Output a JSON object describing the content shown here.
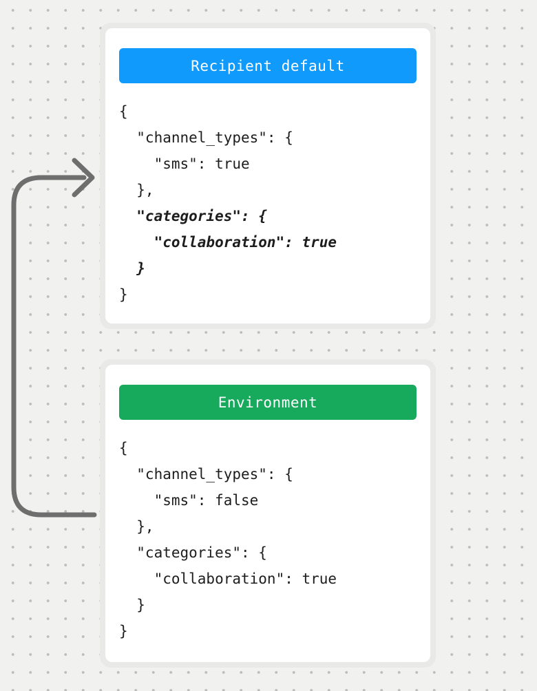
{
  "background": {
    "color": "#f1f1f0",
    "dot_color": "#bdbdbd"
  },
  "arrow": {
    "color": "#6e6e6e",
    "from": "environment-card",
    "to": "recipient-default-card"
  },
  "cards": [
    {
      "id": "recipient-default",
      "header": {
        "label": "Recipient default",
        "background": "#0f9afc",
        "text_color": "#ffffff"
      },
      "code_lines": [
        {
          "text": "{",
          "style": "normal"
        },
        {
          "text": "  \"channel_types\": {",
          "style": "normal"
        },
        {
          "text": "    \"sms\": true",
          "style": "normal"
        },
        {
          "text": "  },",
          "style": "normal"
        },
        {
          "text": "  \"categories\": {",
          "style": "bold-italic"
        },
        {
          "text": "    \"collaboration\": true",
          "style": "bold-italic"
        },
        {
          "text": "  }",
          "style": "bold-italic"
        },
        {
          "text": "}",
          "style": "normal"
        }
      ]
    },
    {
      "id": "environment",
      "header": {
        "label": "Environment",
        "background": "#17a95c",
        "text_color": "#ffffff"
      },
      "code_lines": [
        {
          "text": "{",
          "style": "normal"
        },
        {
          "text": "  \"channel_types\": {",
          "style": "normal"
        },
        {
          "text": "    \"sms\": false",
          "style": "normal"
        },
        {
          "text": "  },",
          "style": "normal"
        },
        {
          "text": "  \"categories\": {",
          "style": "normal"
        },
        {
          "text": "    \"collaboration\": true",
          "style": "normal"
        },
        {
          "text": "  }",
          "style": "normal"
        },
        {
          "text": "}",
          "style": "normal"
        }
      ]
    }
  ]
}
